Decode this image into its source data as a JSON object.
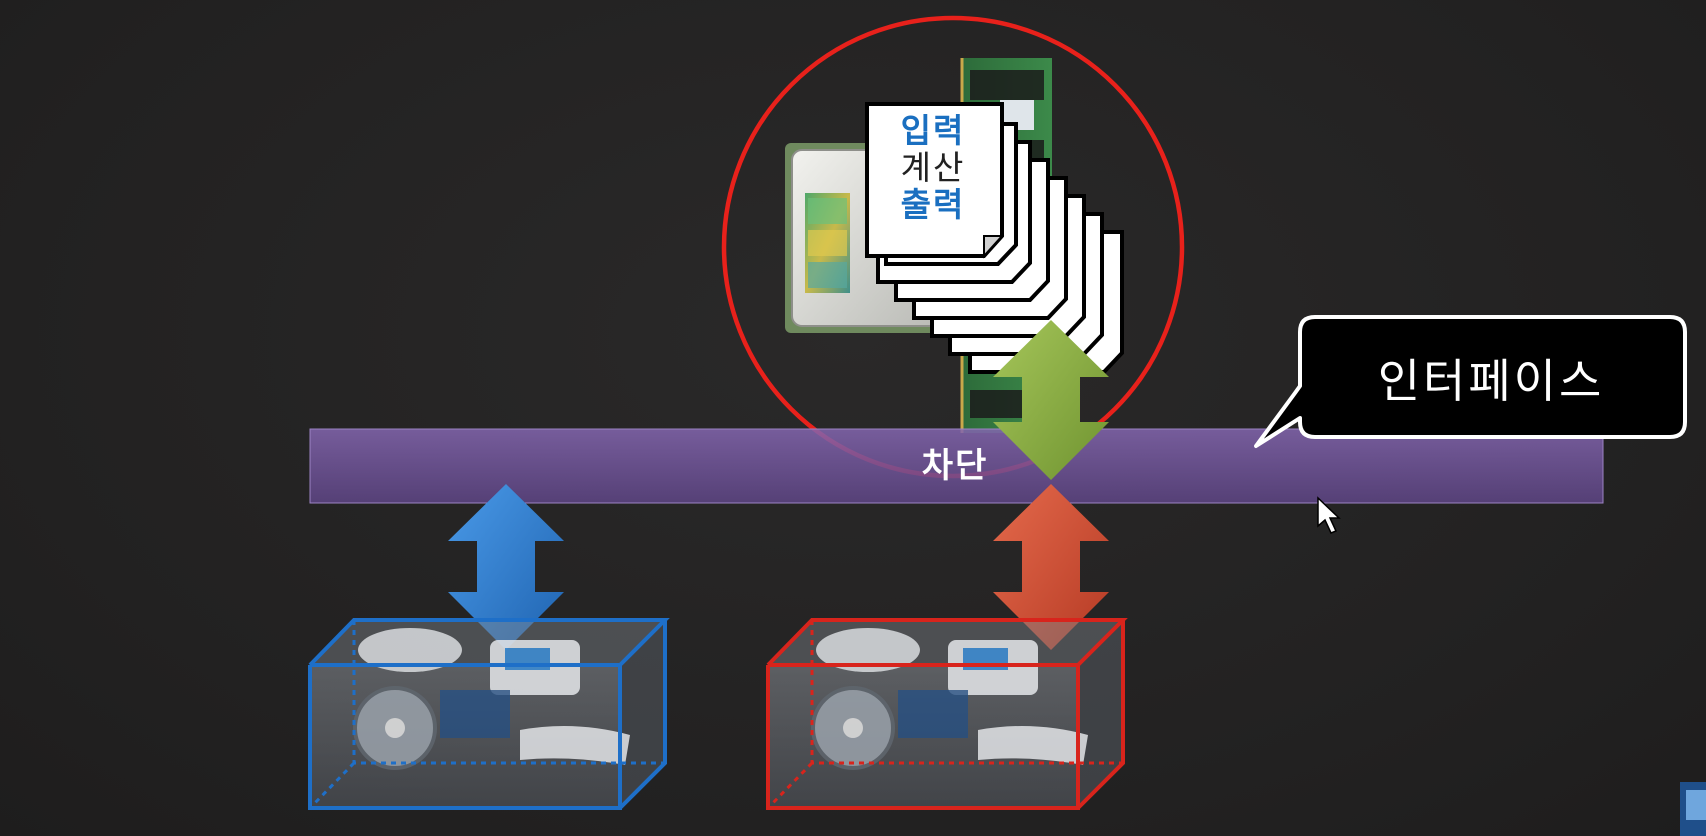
{
  "barrier": {
    "label": "차단",
    "color": "#7b5ea3"
  },
  "callout": {
    "label": "인터페이스"
  },
  "process_document": {
    "lines": [
      "입력",
      "계산",
      "출력"
    ],
    "highlight_color": "#1a6fc0",
    "text_color": "#222222"
  },
  "colors": {
    "circle": "#e8211b",
    "arrow_green": "#8cae3f",
    "arrow_blue": "#2f7fd0",
    "arrow_red": "#d44a32",
    "box_blue": "#1e6fc8",
    "box_red": "#d8241c"
  }
}
